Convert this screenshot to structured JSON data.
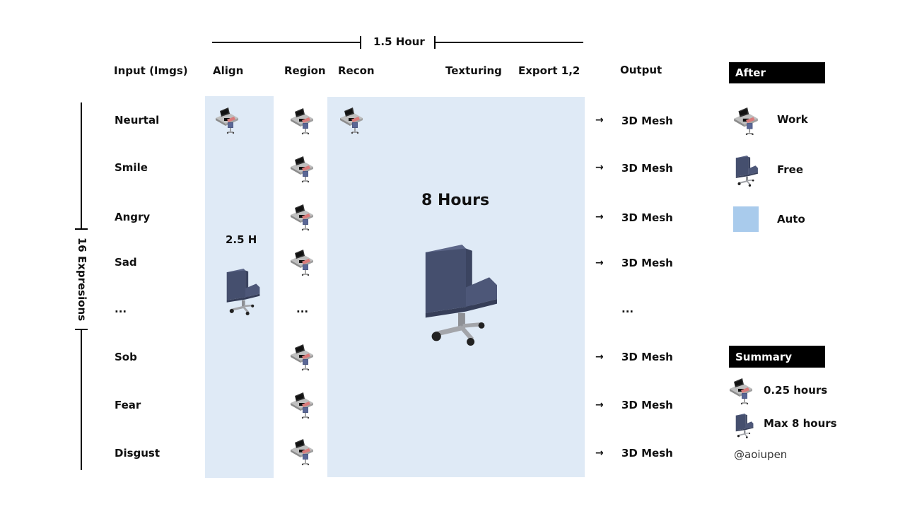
{
  "top_bar": {
    "label": "1.5 Hour"
  },
  "headers": {
    "input": "Input (Imgs)",
    "align": "Align",
    "region": "Region",
    "recon": "Recon",
    "texturing": "Texturing",
    "export": "Export 1,2",
    "output": "Output"
  },
  "rows": [
    "Neurtal",
    "Smile",
    "Angry",
    "Sad",
    "...",
    "Sob",
    "Fear",
    "Disgust"
  ],
  "outputs": [
    "3D Mesh",
    "3D Mesh",
    "3D Mesh",
    "3D Mesh",
    "...",
    "3D Mesh",
    "3D Mesh",
    "3D Mesh"
  ],
  "side_label": "16 Expresions",
  "align_time": "2.5 H",
  "region_ellipsis": "...",
  "recon_time": "8 Hours",
  "legend": {
    "title": "After",
    "work": "Work",
    "free": "Free",
    "auto": "Auto"
  },
  "summary": {
    "title": "Summary",
    "work_hours": "0.25 hours",
    "free_hours": "Max 8 hours",
    "credit": "@aoiupen"
  },
  "colors": {
    "auto_fill": "#dfeaf6",
    "legend_auto": "#a9cbec",
    "chair": "#454f6e"
  }
}
